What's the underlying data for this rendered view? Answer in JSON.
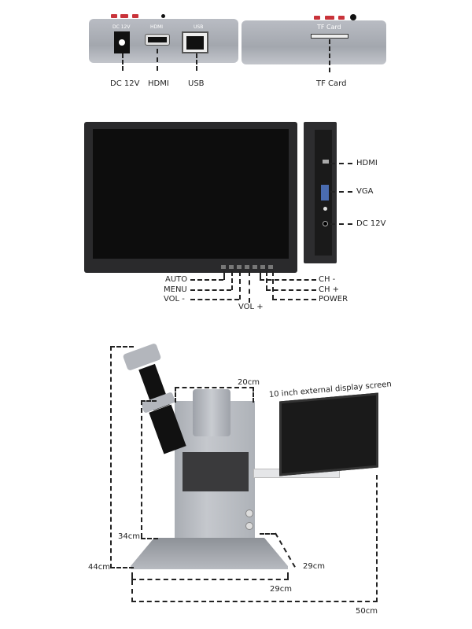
{
  "io_box": {
    "port_labels_printed": {
      "dc": "DC 12V",
      "hdmi": "HDMI",
      "usb": "USB"
    },
    "callouts": {
      "dc": "DC 12V",
      "hdmi": "HDMI",
      "usb": "USB"
    },
    "side_printed": "TF Card",
    "side_callout": "TF Card"
  },
  "monitor": {
    "side_ports": {
      "hdmi": "HDMI",
      "vga": "VGA",
      "dc": "DC 12V"
    },
    "buttons": {
      "auto": "AUTO",
      "menu": "MENU",
      "vol_minus": "VOL -",
      "vol_plus": "VOL +",
      "ch_minus": "CH -",
      "ch_plus": "CH +",
      "power": "POWER"
    }
  },
  "stand": {
    "display_caption": "10 inch external display screen",
    "dimensions": {
      "top_width": "20cm",
      "column_height": "34cm",
      "total_height": "44cm",
      "base_depth": "29cm",
      "base_width": "29cm",
      "total_width": "50cm"
    }
  },
  "colors": {
    "accent_red": "#c9333a",
    "metal": "#b3b6bc",
    "screen": "#111111"
  }
}
